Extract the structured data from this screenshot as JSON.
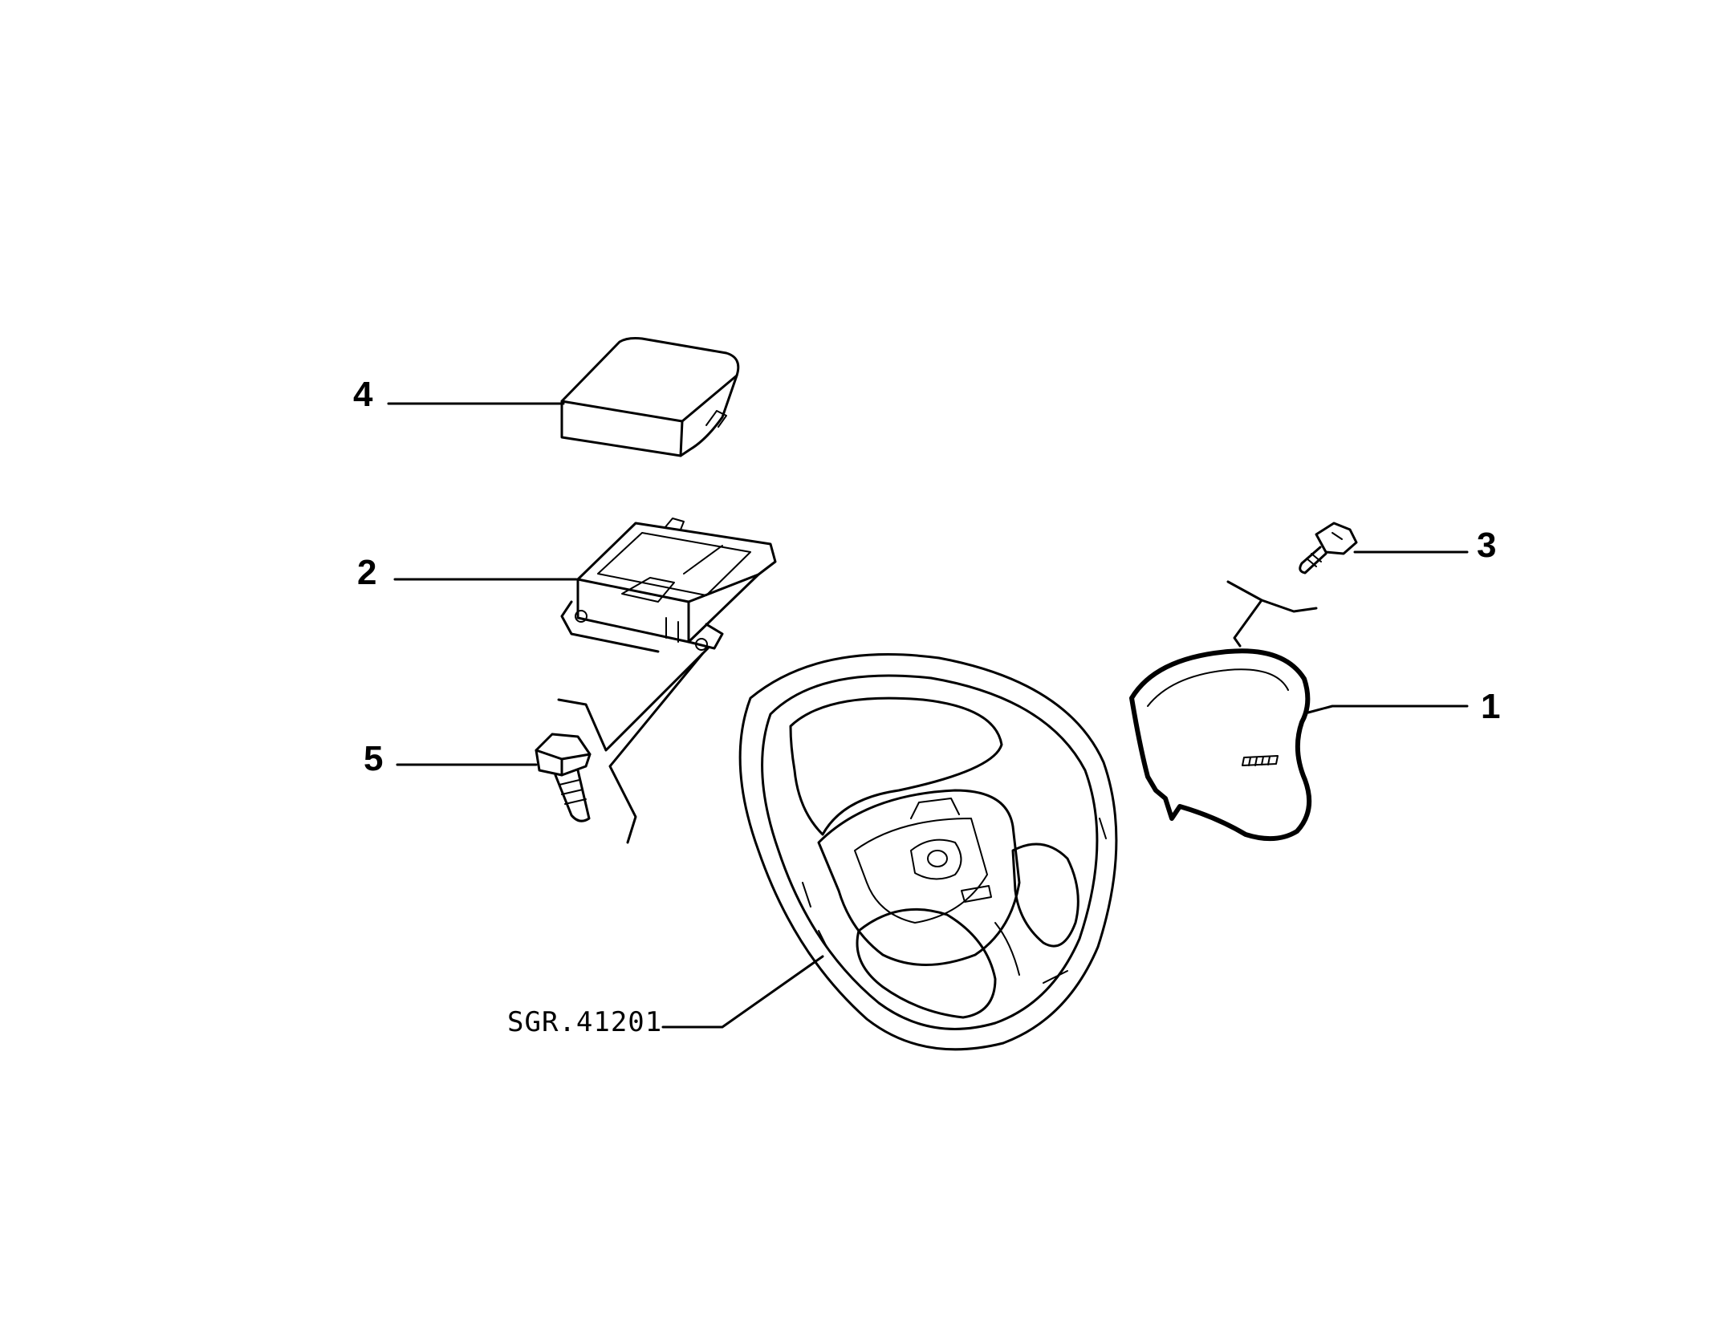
{
  "callouts": {
    "c1": "1",
    "c2": "2",
    "c3": "3",
    "c4": "4",
    "c5": "5"
  },
  "reference_code": "SGR.41201",
  "colors": {
    "ink": "#000000",
    "paper": "#ffffff"
  }
}
